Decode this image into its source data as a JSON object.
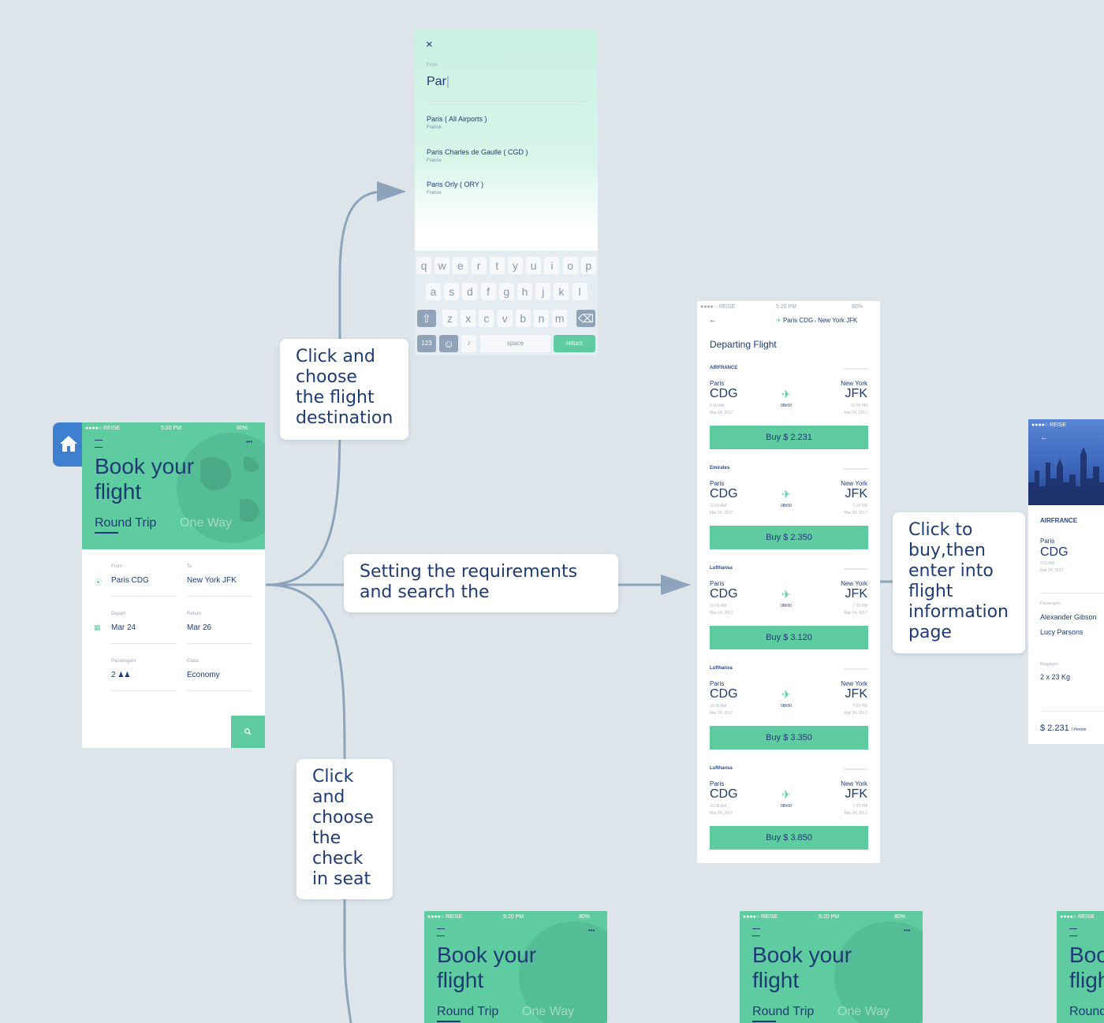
{
  "callouts": {
    "destination": [
      "Click and",
      "choose",
      "the flight",
      "destination"
    ],
    "requirements": [
      "Setting the requirements",
      "and search the"
    ],
    "buy": [
      "Click to",
      "buy,then",
      "enter into",
      "flight",
      "information",
      "page"
    ],
    "seat": [
      "Click",
      "and",
      "choose",
      "the",
      "check",
      "in seat"
    ]
  },
  "status": {
    "carrier": "REISE",
    "time": "5:20 PM",
    "battery": "80%"
  },
  "book": {
    "title_line1": "Book your",
    "title_line2": "flight",
    "tab_round": "Round Trip",
    "tab_oneway": "One Way",
    "from_label": "From",
    "from_value": "Paris CDG",
    "to_label": "To",
    "to_value": "New York JFK",
    "depart_label": "Depart",
    "depart_value": "Mar 24",
    "return_label": "Return",
    "return_value": "Mar 26",
    "passengers_label": "Passengers",
    "passengers_value": "2",
    "class_label": "Class",
    "class_value": "Economy"
  },
  "search": {
    "from_label": "From",
    "query": "Par",
    "results": [
      {
        "name": "Paris ( All Airports )",
        "country": "France"
      },
      {
        "name": "Paris Charles de Gaulle ( CGD )",
        "country": "France"
      },
      {
        "name": "Paris Orly ( ORY )",
        "country": "France"
      }
    ],
    "keys_row1": [
      "q",
      "w",
      "e",
      "r",
      "t",
      "y",
      "u",
      "i",
      "o",
      "p"
    ],
    "keys_row2": [
      "a",
      "s",
      "d",
      "f",
      "g",
      "h",
      "j",
      "k",
      "l"
    ],
    "keys_row3": [
      "z",
      "x",
      "c",
      "v",
      "b",
      "n",
      "m"
    ],
    "key_123": "123",
    "key_space": "space",
    "key_return": "return"
  },
  "flights": {
    "route_from": "Paris CDG",
    "route_to": "New York JFK",
    "heading": "Departing Flight",
    "items": [
      {
        "airline": "AIRFRANCE",
        "dep_time": "9:10 AM",
        "arr_time": "12:00 PM",
        "price": "Buy $ 2.231"
      },
      {
        "airline": "Emirates",
        "dep_time": "10:20 AM",
        "arr_time": "7:10 PM",
        "price": "Buy $ 2.350"
      },
      {
        "airline": "Lufthansa",
        "dep_time": "10:35 AM",
        "arr_time": "7:25 PM",
        "price": "Buy $ 3.120"
      },
      {
        "airline": "Lufthansa",
        "dep_time": "10:35 AM",
        "arr_time": "7:25 PM",
        "price": "Buy $ 3.350"
      },
      {
        "airline": "Lufthansa",
        "dep_time": "10:35 AM",
        "arr_time": "7:25 PM",
        "price": "Buy $ 3.850"
      }
    ],
    "from_city": "Paris",
    "from_code": "CDG",
    "to_city": "New York",
    "to_code": "JFK",
    "duration": "08h50",
    "date": "Mar 24, 2017"
  },
  "detail": {
    "airline": "AIRFRANCE",
    "city": "Paris",
    "code": "CDG",
    "time": "9:10 AM",
    "date": "Mar 24, 2017",
    "passengers_label": "Passengers",
    "passenger1": "Alexander Gibson",
    "passenger2": "Lucy Parsons",
    "baggage_label": "Baggages",
    "baggage": "2 x 23 Kg",
    "price": "$ 2.231",
    "per": "/ Person"
  },
  "colors": {
    "accent": "#5ecba0",
    "navy": "#1f3b73",
    "canvas": "#dde4ea",
    "connector": "#8da3bb",
    "home_tab": "#3e7fd0"
  }
}
